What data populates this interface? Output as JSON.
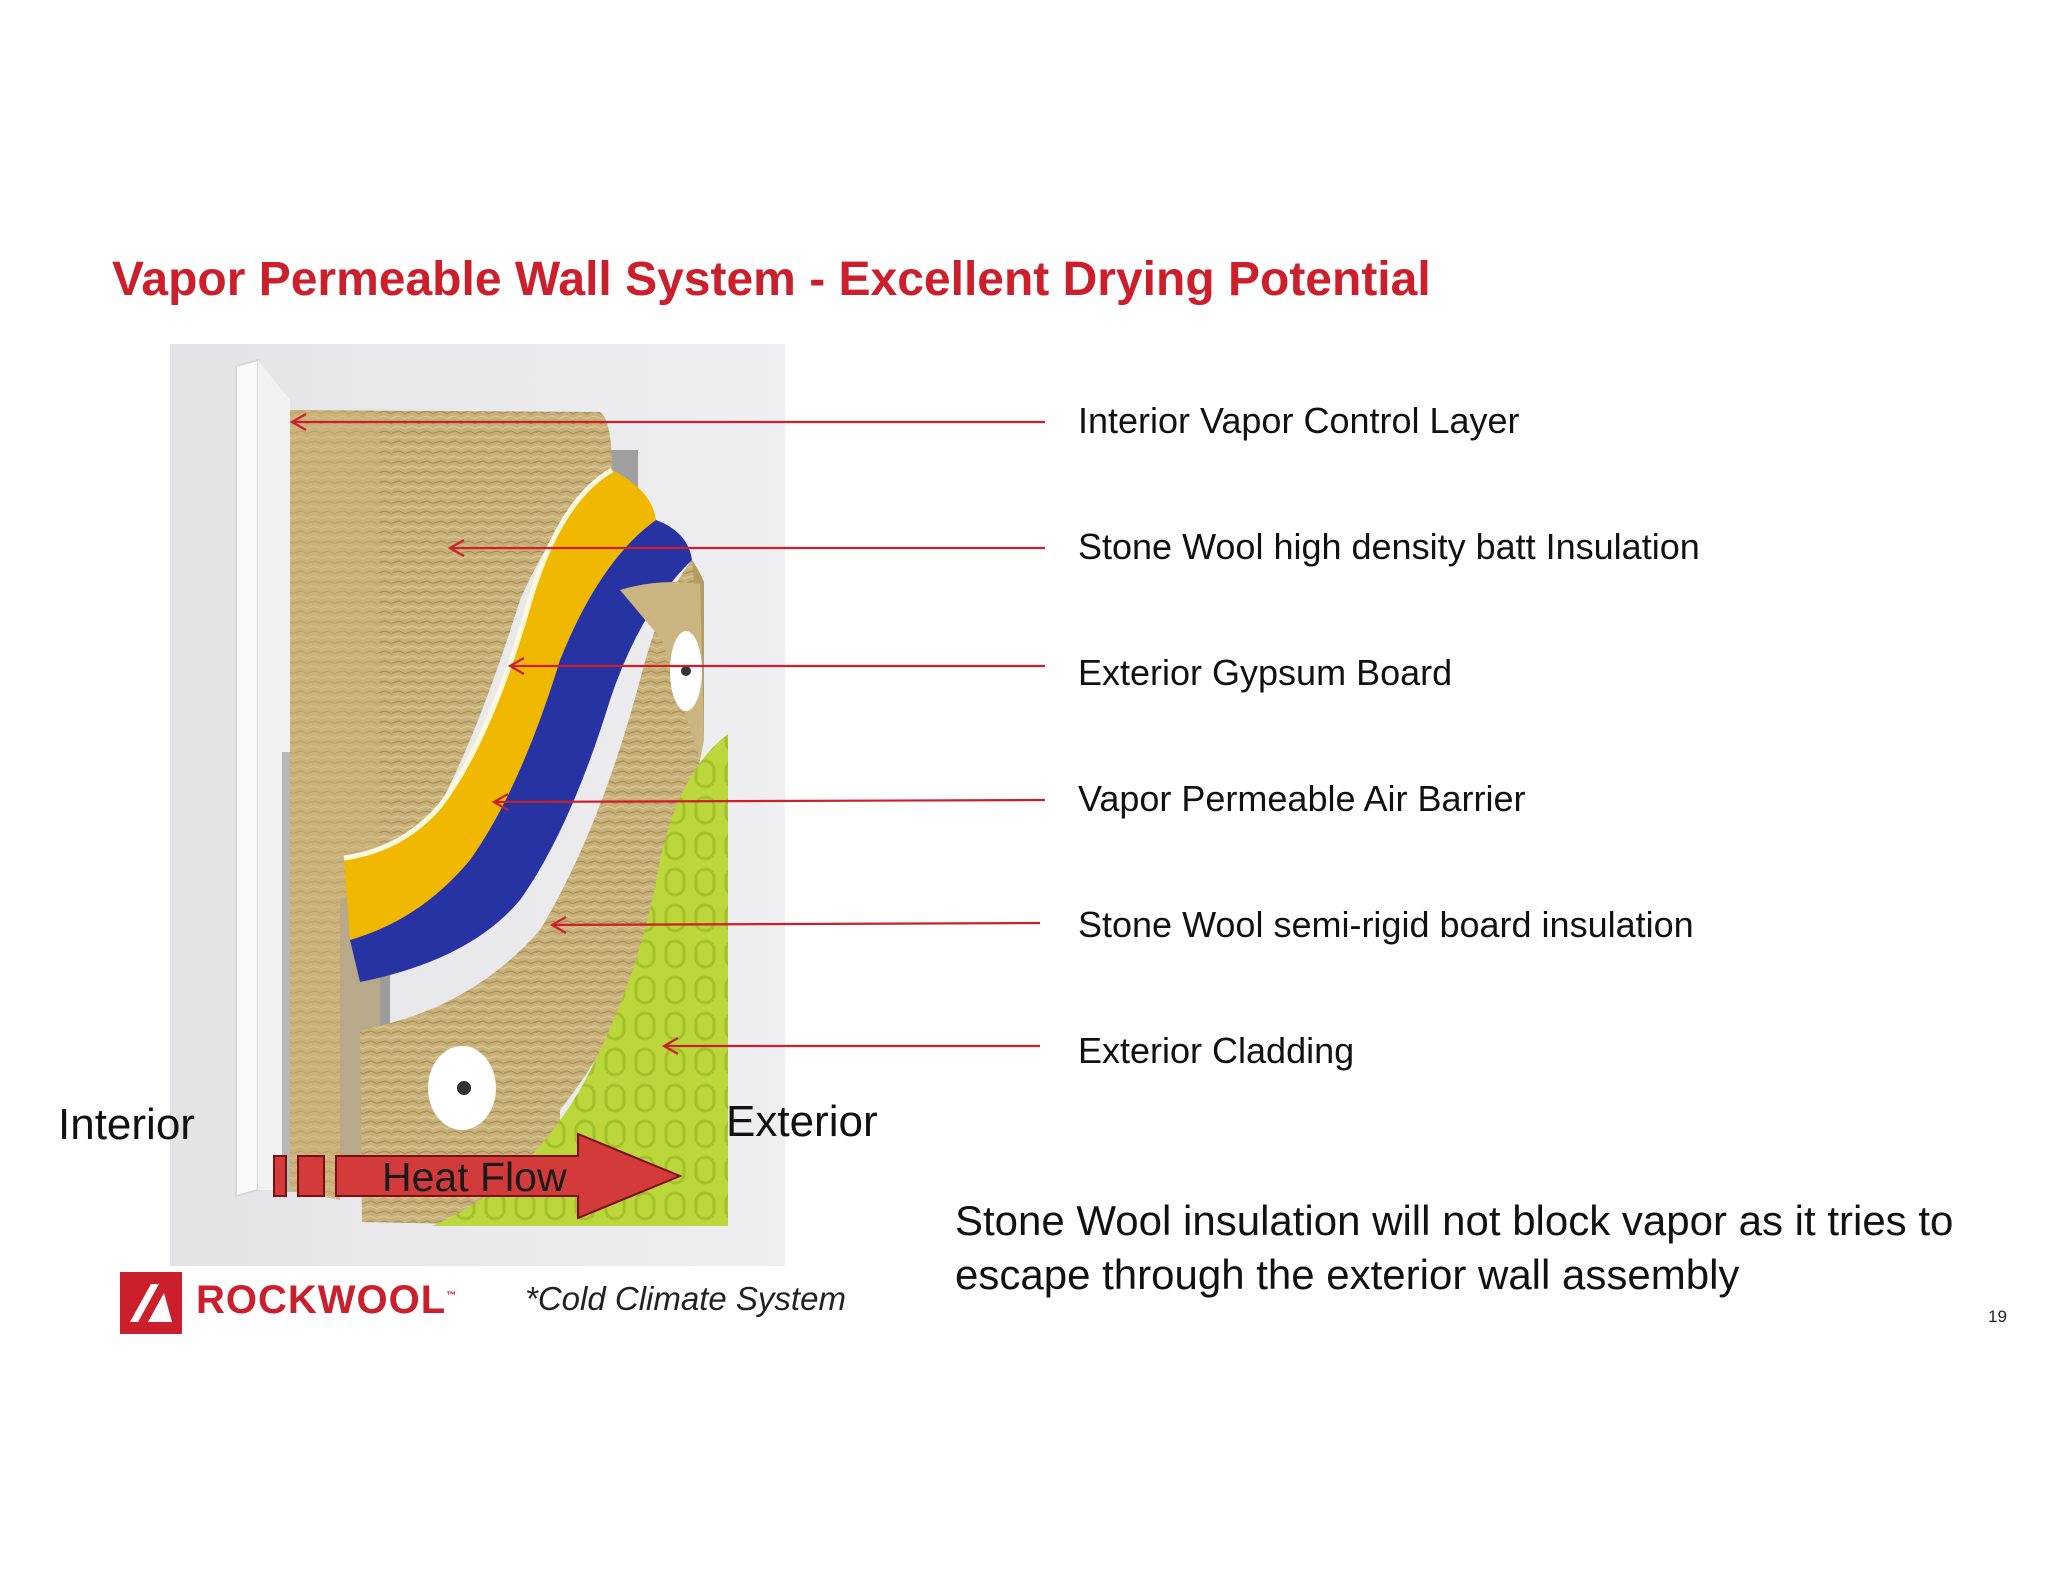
{
  "title": "Vapor Permeable Wall System - Excellent Drying Potential",
  "labels": [
    {
      "text": "Interior Vapor Control Layer"
    },
    {
      "text": "Stone Wool high density batt Insulation"
    },
    {
      "text": "Exterior Gypsum Board"
    },
    {
      "text": "Vapor Permeable Air Barrier"
    },
    {
      "text": "Stone Wool semi-rigid board insulation"
    },
    {
      "text": "Exterior Cladding"
    }
  ],
  "sides": {
    "interior": "Interior",
    "exterior": "Exterior"
  },
  "heat_flow": "Heat Flow",
  "footnote": "*Cold Climate System",
  "summary": "Stone Wool insulation will not block vapor as it tries to escape through the exterior wall assembly",
  "page_number": "19",
  "logo": {
    "text": "ROCKWOOL",
    "mark": "™"
  },
  "colors": {
    "accent": "#cc1f2c",
    "stone_wool": "#c9b27a",
    "air_barrier": "#2733a3",
    "gypsum": "#f1b800",
    "cladding": "#b8d53a"
  }
}
